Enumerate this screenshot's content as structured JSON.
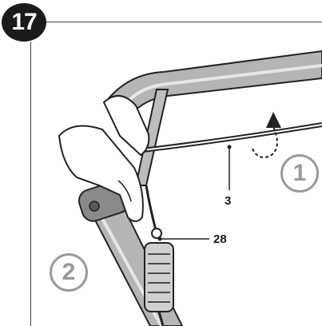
{
  "step": {
    "number": "17"
  },
  "callouts": [
    {
      "label": "1"
    },
    {
      "label": "2"
    }
  ],
  "parts": [
    {
      "label": "3"
    },
    {
      "label": "28"
    }
  ]
}
